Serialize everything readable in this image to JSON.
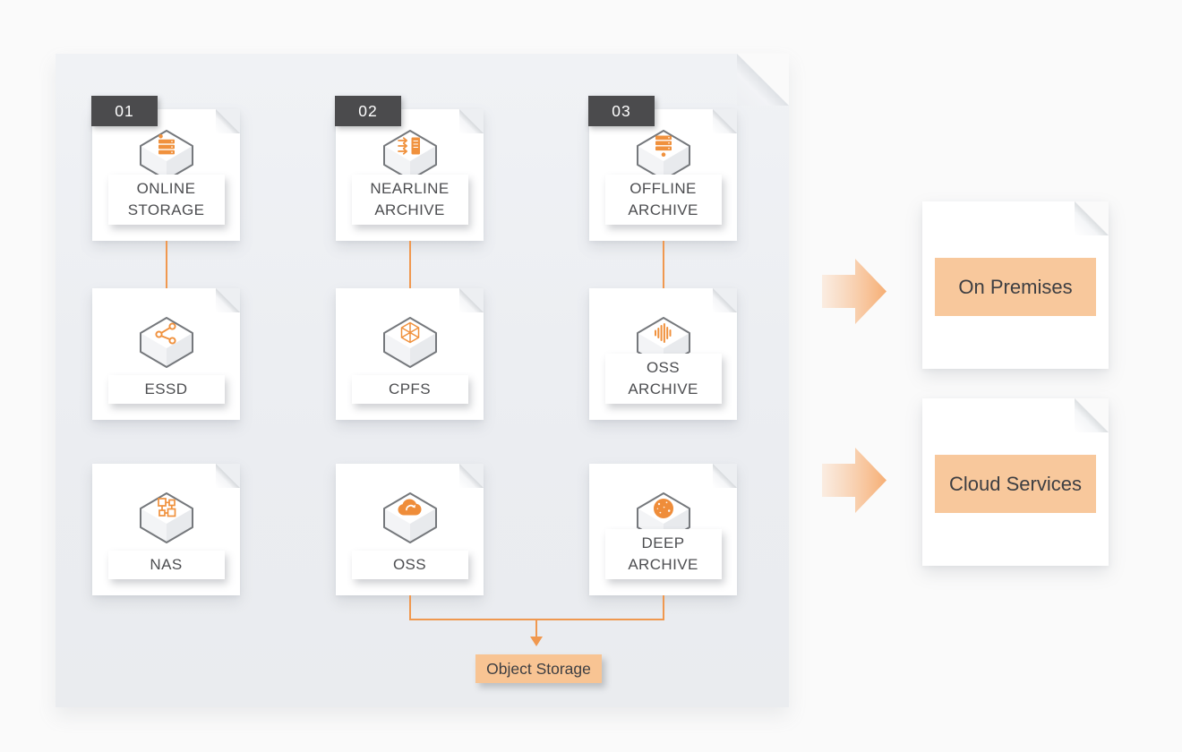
{
  "panel": {
    "tags": [
      "01",
      "02",
      "03"
    ],
    "grid": {
      "row1": [
        {
          "label": "ONLINE\nSTORAGE"
        },
        {
          "label": "NEARLINE\nARCHIVE"
        },
        {
          "label": "OFFLINE\nARCHIVE"
        }
      ],
      "row2": [
        {
          "label": "ESSD"
        },
        {
          "label": "CPFS"
        },
        {
          "label": "OSS ARCHIVE"
        }
      ],
      "row3": [
        {
          "label": "NAS"
        },
        {
          "label": "OSS"
        },
        {
          "label": "DEEP ARCHIVE"
        }
      ]
    },
    "object_storage_label": "Object Storage"
  },
  "targets": [
    {
      "label": "On Premises"
    },
    {
      "label": "Cloud Services"
    }
  ],
  "icons": {
    "row1": [
      "server-stack-icon",
      "data-ingest-server-icon",
      "disk-stack-pin-icon"
    ],
    "row2": [
      "share-nodes-icon",
      "wireframe-cube-icon",
      "waveform-icon"
    ],
    "row3": [
      "connected-squares-icon",
      "cloud-sync-icon",
      "planet-dots-icon"
    ],
    "right": [
      "flow-arrow-icon",
      "flow-arrow-icon"
    ]
  },
  "colors": {
    "accent_orange": "#f0913d",
    "connector_orange": "#f0984f",
    "peach_fill": "#f8c89c",
    "object_storage_fill": "#f8c493",
    "tag_bg": "#4b4b4d",
    "panel_bg": "#edeff2",
    "card_bg": "#ffffff",
    "page_bg": "#fafafa",
    "label_text": "#4c4d50"
  }
}
